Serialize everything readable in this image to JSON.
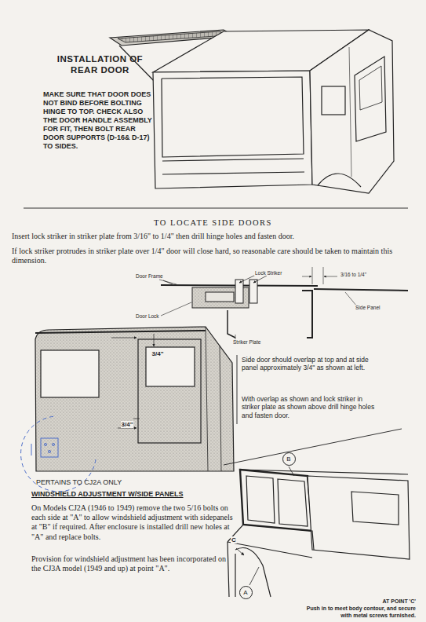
{
  "diagram": {
    "nodes": [
      {
        "text": [
          "B"
        ]
      },
      {
        "text": [
          "A"
        ]
      }
    ],
    "labels": [
      "INSTALLATION OF REAR DOOR",
      "MAKE SURE THAT DOOR DOES NOT BIND BEFORE BOLTING HINGE TO TOP. CHECK ALSO THE DOOR HANDLE ASSEMBLY FOR FIT, THEN BOLT REAR DOOR SUPPORTS (D-16& D-17) TO SIDES.",
      "TO LOCATE SIDE DOORS",
      "Insert lock striker in striker plate from 3/16\" to 1/4\" then drill hinge holes and fasten door.",
      "If lock striker protrudes in striker plate over 1/4\" door will close hard, so reasonable care should be taken to maintain this dimension.",
      "Door Frame",
      "Lock Striker",
      "3/16 to 1/4\"",
      "Side Panel",
      "Door Lock",
      "Striker Plate",
      "3/4\"",
      "3/4\"",
      "Side door should overlap at top and at side panel approximately 3/4\" as shown at left.",
      "With overlap as shown and lock striker in striker plate as shown above drill hinge holes and fasten door.",
      "PERTAINS TO CJ2A ONLY",
      "WINDSHIELD ADJUSTMENT W/SIDE PANELS",
      "On Models CJ2A (1946 to 1949) remove the two 5/16 bolts on each side at \"A\" to allow windshield adjustment with sidepanels at \"B\" if required. After enclosure is installed drill new holes at \"A\" and replace bolts.",
      "Provision for windshield adjustment has been incorporated on the CJ3A model (1949 and up) at point \"A\".",
      "C",
      "AT POINT 'C'",
      "Push in to meet body contour, and secure with metal screws furnished."
    ]
  }
}
